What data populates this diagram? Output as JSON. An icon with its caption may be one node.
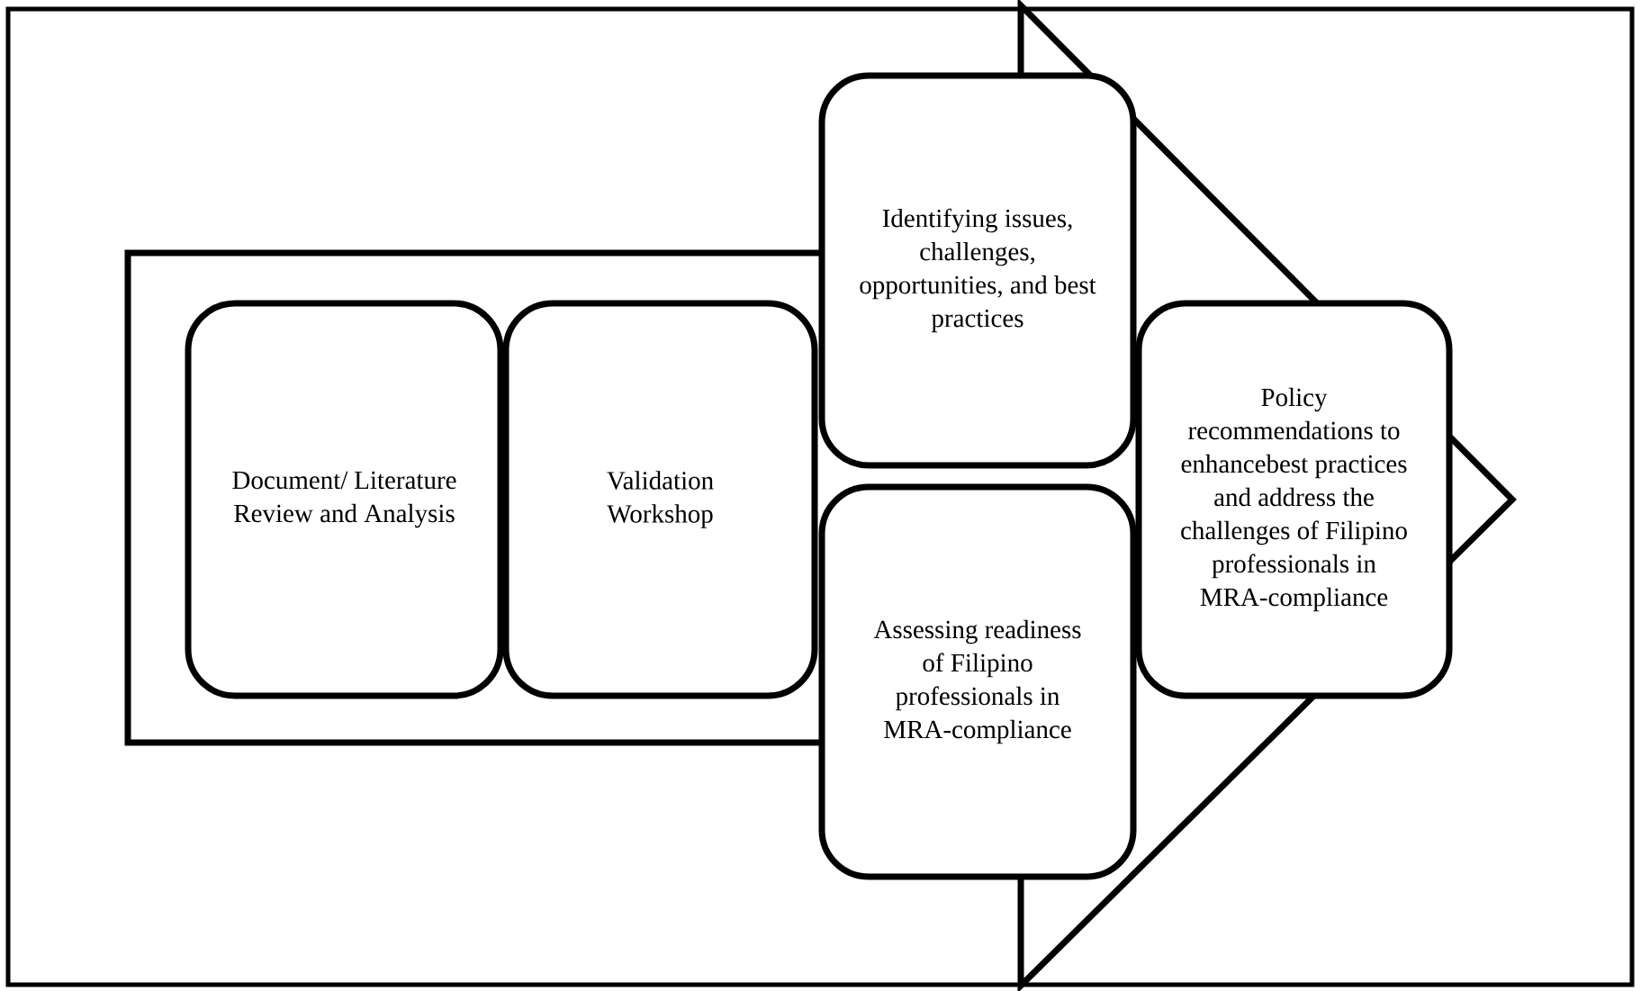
{
  "diagram": {
    "nodes": [
      {
        "text": [
          "Document/ Literature Review and Analysis"
        ]
      },
      {
        "text": [
          "Validation Workshop"
        ]
      },
      {
        "text": [
          "Identifying issues, challenges, opportunities, and best practices"
        ]
      },
      {
        "text": [
          "Assessing readiness of Filipino professionals in MRA-compliance"
        ]
      },
      {
        "text": [
          "Policy recommendations to enhancebest practices and address the challenges of Filipino professionals in MRA-compliance"
        ]
      }
    ]
  }
}
